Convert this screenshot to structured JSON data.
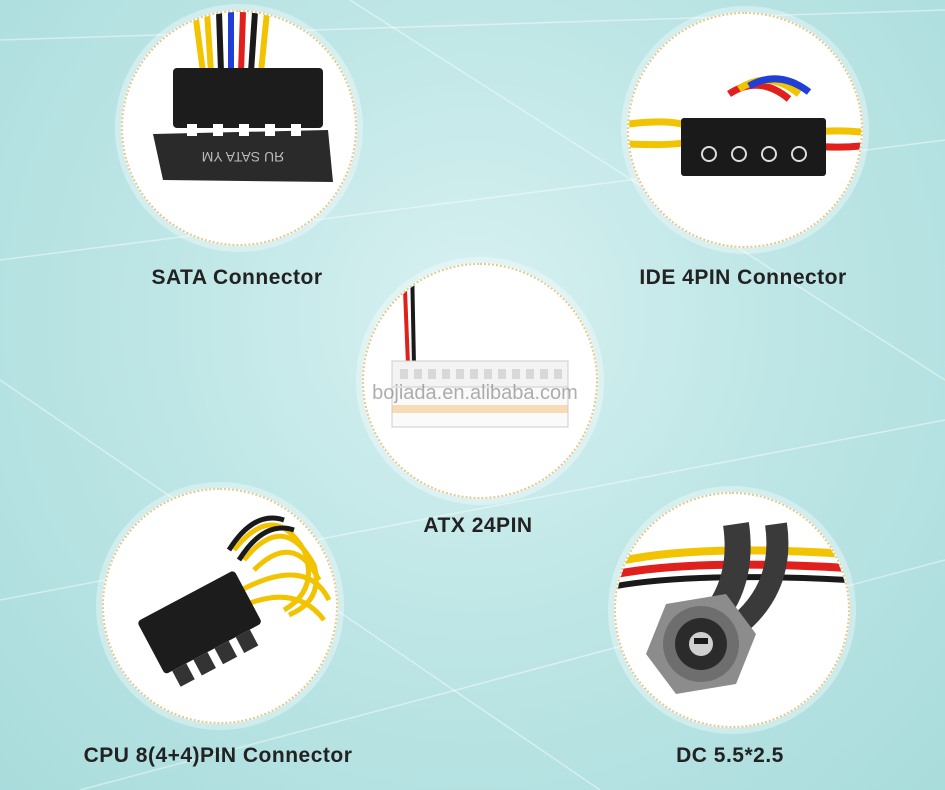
{
  "labels": {
    "sata": "SATA Connector",
    "ide": "IDE 4PIN Connector",
    "atx": "ATX 24PIN",
    "cpu": "CPU 8(4+4)PIN Connector",
    "dc": "DC 5.5*2.5"
  },
  "connector_text": {
    "sata_housing": "ЯU  SATA  YM"
  },
  "watermark": "bojiada.en.alibaba.com",
  "colors": {
    "background": "#bfe6e6",
    "circle_border": "#e6c98f",
    "wire_yellow": "#f2c300",
    "wire_red": "#e0201c",
    "wire_black": "#1a1a1a",
    "wire_blue": "#1f3fd6"
  }
}
